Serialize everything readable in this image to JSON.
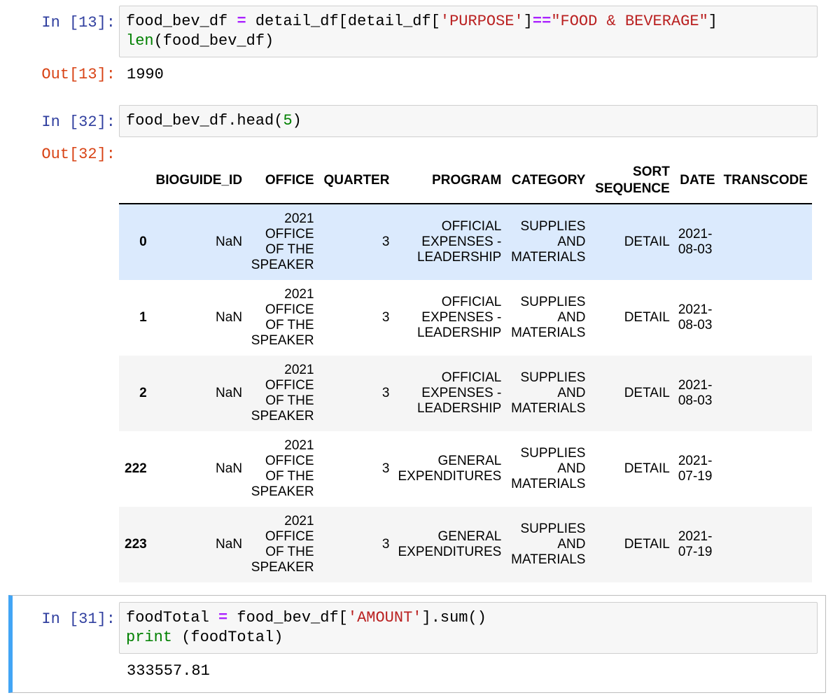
{
  "cells": [
    {
      "prompt": "In [13]:",
      "out_prompt": "Out[13]:",
      "output": "1990",
      "code": [
        [
          [
            "food_bev_df ",
            ""
          ],
          [
            "=",
            "op"
          ],
          [
            " detail_df[detail_df[",
            ""
          ],
          [
            "'PURPOSE'",
            "str"
          ],
          [
            "]",
            ""
          ],
          [
            "==",
            "op"
          ],
          [
            "\"FOOD & BEVERAGE\"",
            "str"
          ],
          [
            "]",
            ""
          ]
        ],
        [
          [
            "len",
            "kw"
          ],
          [
            "(food_bev_df)",
            ""
          ]
        ]
      ]
    },
    {
      "prompt": "In [32]:",
      "out_prompt": "Out[32]:",
      "code": [
        [
          [
            "food_bev_df.head(",
            ""
          ],
          [
            "5",
            "num"
          ],
          [
            ")",
            ""
          ]
        ]
      ]
    },
    {
      "prompt": "In [31]:",
      "output": "333557.81",
      "code": [
        [
          [
            "foodTotal ",
            ""
          ],
          [
            "=",
            "op"
          ],
          [
            " food_bev_df[",
            ""
          ],
          [
            "'AMOUNT'",
            "str"
          ],
          [
            "].sum()",
            ""
          ]
        ],
        [
          [
            "print",
            "kw"
          ],
          [
            " (foodTotal)",
            ""
          ]
        ]
      ]
    }
  ],
  "table": {
    "columns": [
      "",
      "BIOGUIDE_ID",
      "OFFICE",
      "QUARTER",
      "PROGRAM",
      "CATEGORY",
      "SORT SEQUENCE",
      "DATE",
      "TRANSCODE"
    ],
    "rows": [
      [
        "0",
        "NaN",
        "2021 OFFICE OF THE SPEAKER",
        "3",
        "OFFICIAL EXPENSES - LEADERSHIP",
        "SUPPLIES AND MATERIALS",
        "DETAIL",
        "2021-08-03",
        ""
      ],
      [
        "1",
        "NaN",
        "2021 OFFICE OF THE SPEAKER",
        "3",
        "OFFICIAL EXPENSES - LEADERSHIP",
        "SUPPLIES AND MATERIALS",
        "DETAIL",
        "2021-08-03",
        ""
      ],
      [
        "2",
        "NaN",
        "2021 OFFICE OF THE SPEAKER",
        "3",
        "OFFICIAL EXPENSES - LEADERSHIP",
        "SUPPLIES AND MATERIALS",
        "DETAIL",
        "2021-08-03",
        ""
      ],
      [
        "222",
        "NaN",
        "2021 OFFICE OF THE SPEAKER",
        "3",
        "GENERAL EXPENDITURES",
        "SUPPLIES AND MATERIALS",
        "DETAIL",
        "2021-07-19",
        ""
      ],
      [
        "223",
        "NaN",
        "2021 OFFICE OF THE SPEAKER",
        "3",
        "GENERAL EXPENDITURES",
        "SUPPLIES AND MATERIALS",
        "DETAIL",
        "2021-07-19",
        ""
      ]
    ],
    "hover_row": 0
  },
  "colors": {
    "selected_bar": "#42a5f5",
    "hover_row": "#dbeafd"
  }
}
